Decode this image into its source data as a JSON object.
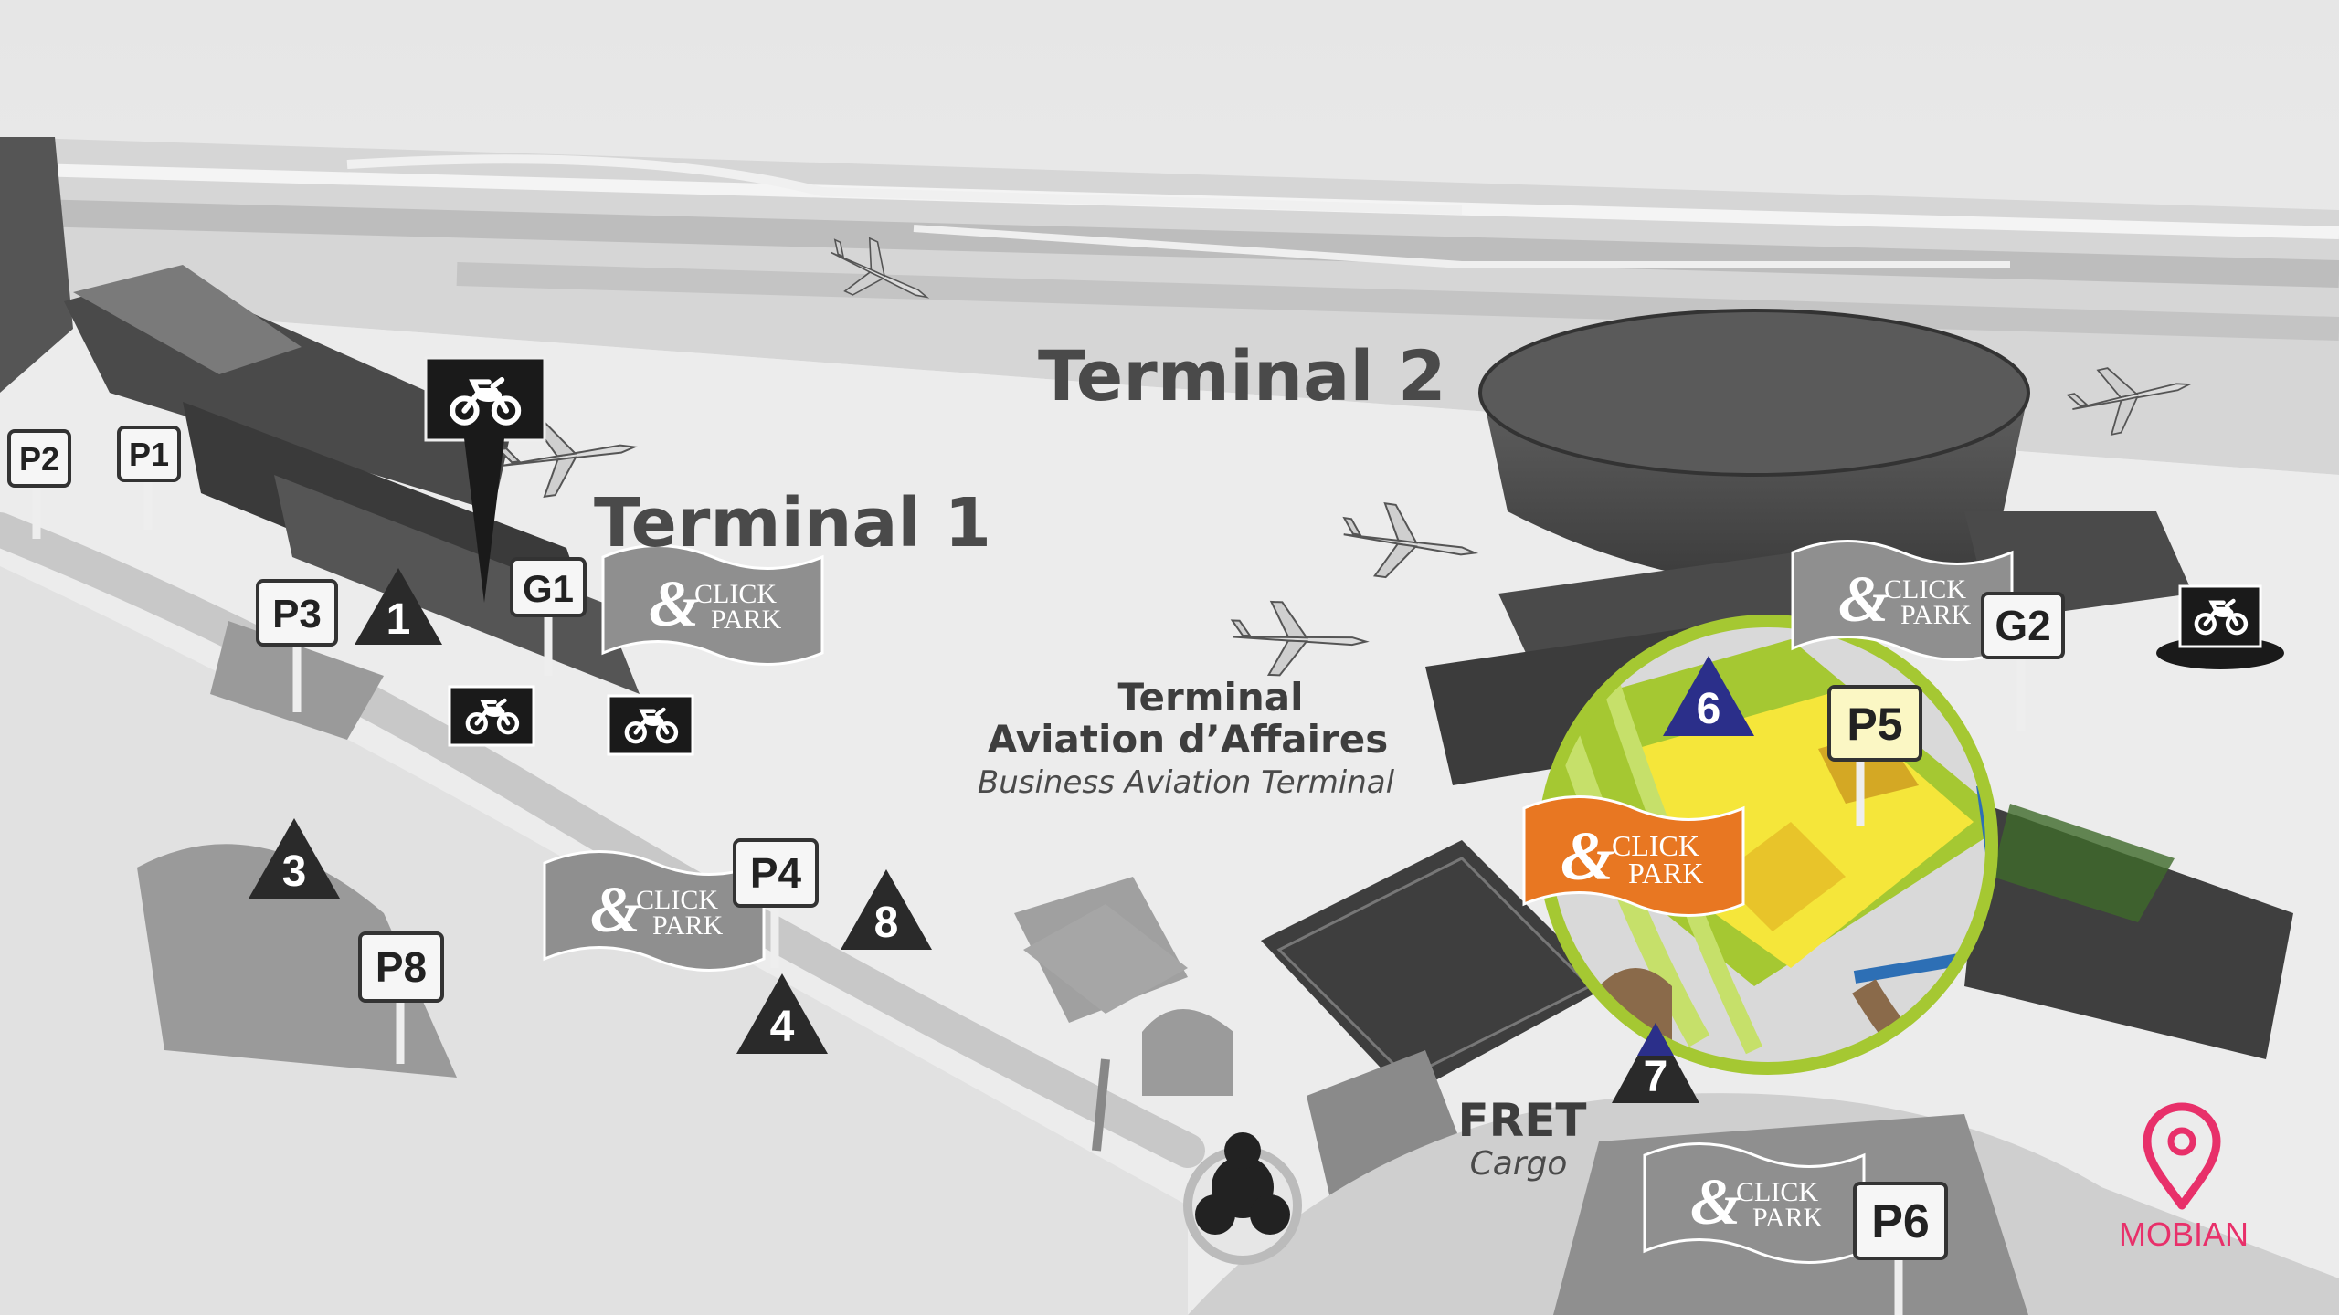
{
  "labels": {
    "terminal1": "Terminal 1",
    "terminal2": "Terminal 2",
    "business_line1": "Terminal",
    "business_line2": "Aviation d’Affaires",
    "business_en": "Business Aviation Terminal",
    "fret": "FRET",
    "cargo": "Cargo"
  },
  "parking_signs": {
    "p1": "P1",
    "p2": "P2",
    "p3": "P3",
    "p4": "P4",
    "p5": "P5",
    "p6": "P6",
    "p8": "P8",
    "g1": "G1",
    "g2": "G2"
  },
  "access_points": {
    "a1": "1",
    "a3": "3",
    "a4": "4",
    "a6": "6",
    "a7": "7",
    "a8": "8"
  },
  "click_park": {
    "amp": "&",
    "line1": "CLICK",
    "line2": "PARK"
  },
  "watermark": "MOBIAN",
  "icons": [
    "motorcycle-icon",
    "location-pin-icon",
    "airplane-icon"
  ],
  "colors": {
    "highlight_ring": "#a5c832",
    "highlight_fill": "#f5e63a",
    "click_park_orange": "#e87722",
    "access_triangle": "#2a2a2a",
    "access_triangle_highlight": "#2b2f8a",
    "brand_pink": "#e8306a"
  }
}
